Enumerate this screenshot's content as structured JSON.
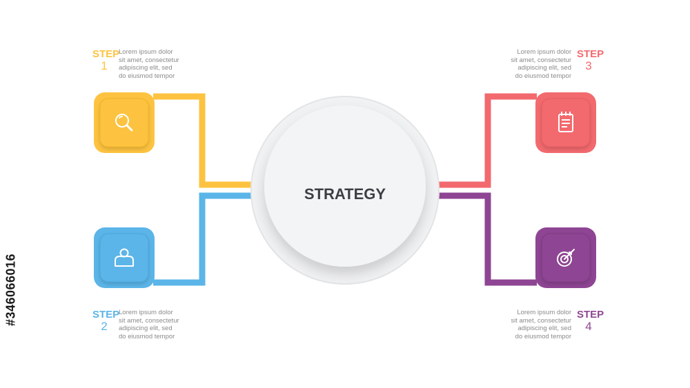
{
  "center": {
    "title": "STRATEGY"
  },
  "steps": [
    {
      "label": "STEP",
      "number": "1",
      "color": "#FDC340",
      "icon": "search-icon",
      "lines": [
        "Lorem ipsum dolor",
        "sit amet, consectetur",
        "adipiscing elit, sed",
        "do eiusmod tempor"
      ]
    },
    {
      "label": "STEP",
      "number": "2",
      "color": "#5BB5E8",
      "icon": "user-icon",
      "lines": [
        "Lorem ipsum dolor",
        "sit amet, consectetur",
        "adipiscing elit, sed",
        "do eiusmod tempor"
      ]
    },
    {
      "label": "STEP",
      "number": "3",
      "color": "#F26A6E",
      "icon": "clipboard-icon",
      "lines": [
        "Lorem ipsum dolor",
        "sit amet, consectetur",
        "adipiscing elit, sed",
        "do eiusmod tempor"
      ]
    },
    {
      "label": "STEP",
      "number": "4",
      "color": "#8E4593",
      "icon": "target-icon",
      "lines": [
        "Lorem ipsum dolor",
        "sit amet, consectetur",
        "adipiscing elit, sed",
        "do eiusmod tempor"
      ]
    }
  ],
  "watermark": "#346066016"
}
